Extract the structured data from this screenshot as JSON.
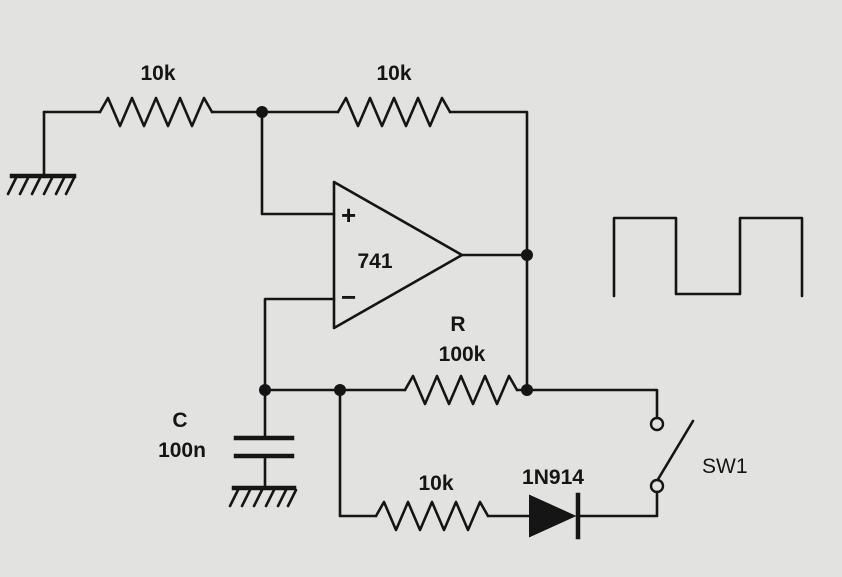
{
  "schematic": {
    "opamp": {
      "label": "741",
      "plus_sign": "+",
      "minus_sign": "−"
    },
    "resistors": {
      "r_ground_input": {
        "value": "10k"
      },
      "r_feedback": {
        "value": "10k"
      },
      "r_timing": {
        "name": "R",
        "value": "100k"
      },
      "r_diode_series": {
        "value": "10k"
      }
    },
    "capacitor": {
      "name": "C",
      "value": "100n"
    },
    "diode": {
      "part": "1N914"
    },
    "switch": {
      "name": "SW1"
    },
    "output_waveform": {
      "shape": "square-wave"
    }
  },
  "colors": {
    "ink": "#151515",
    "paper": "#e2e2e0"
  }
}
